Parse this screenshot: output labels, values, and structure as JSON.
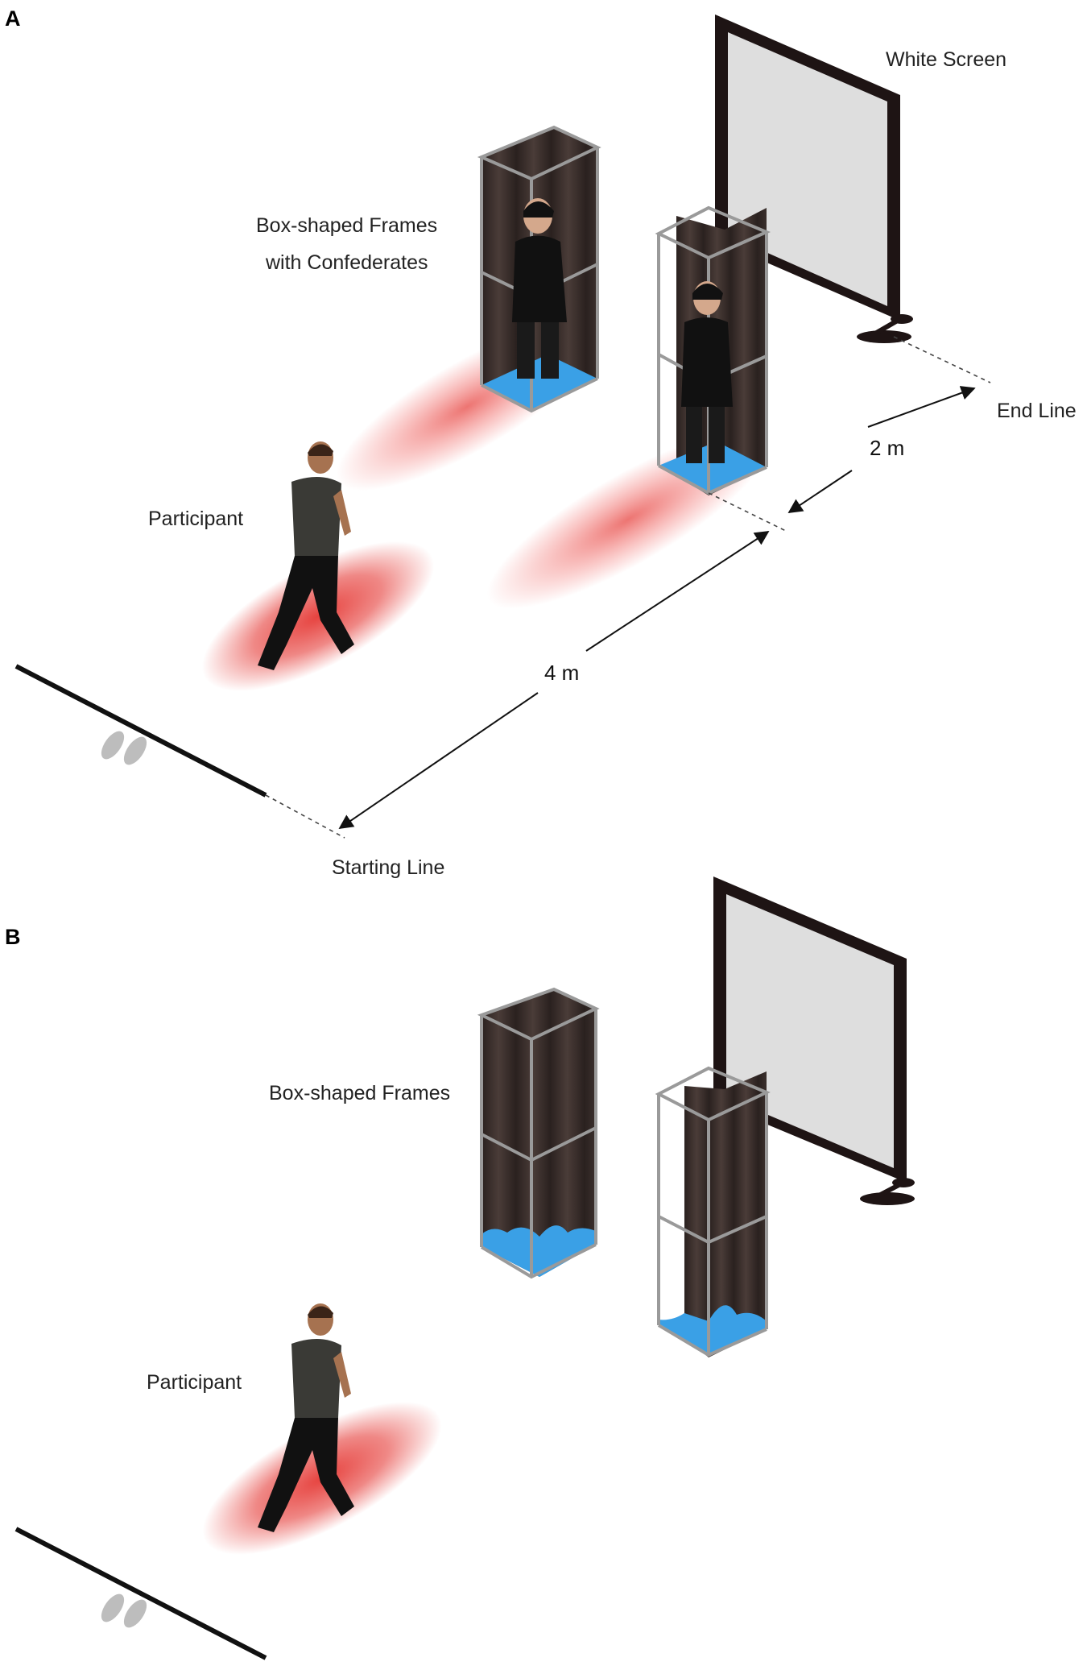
{
  "panel_a": {
    "label": "A",
    "white_screen_label": "White Screen",
    "frames_label_line1": "Box-shaped Frames",
    "frames_label_line2": "with Confederates",
    "participant_label": "Participant",
    "end_line_label": "End Line",
    "starting_line_label": "Starting Line",
    "distance_2m": "2 m",
    "distance_4m": "4 m"
  },
  "panel_b": {
    "label": "B",
    "frames_label": "Box-shaped Frames",
    "participant_label": "Participant"
  },
  "colors": {
    "personal_space": "#e53935",
    "frame_base": "#3aa0e6",
    "curtain": "#3b302d",
    "screen_face": "#dedede",
    "screen_border": "#1e1414"
  }
}
